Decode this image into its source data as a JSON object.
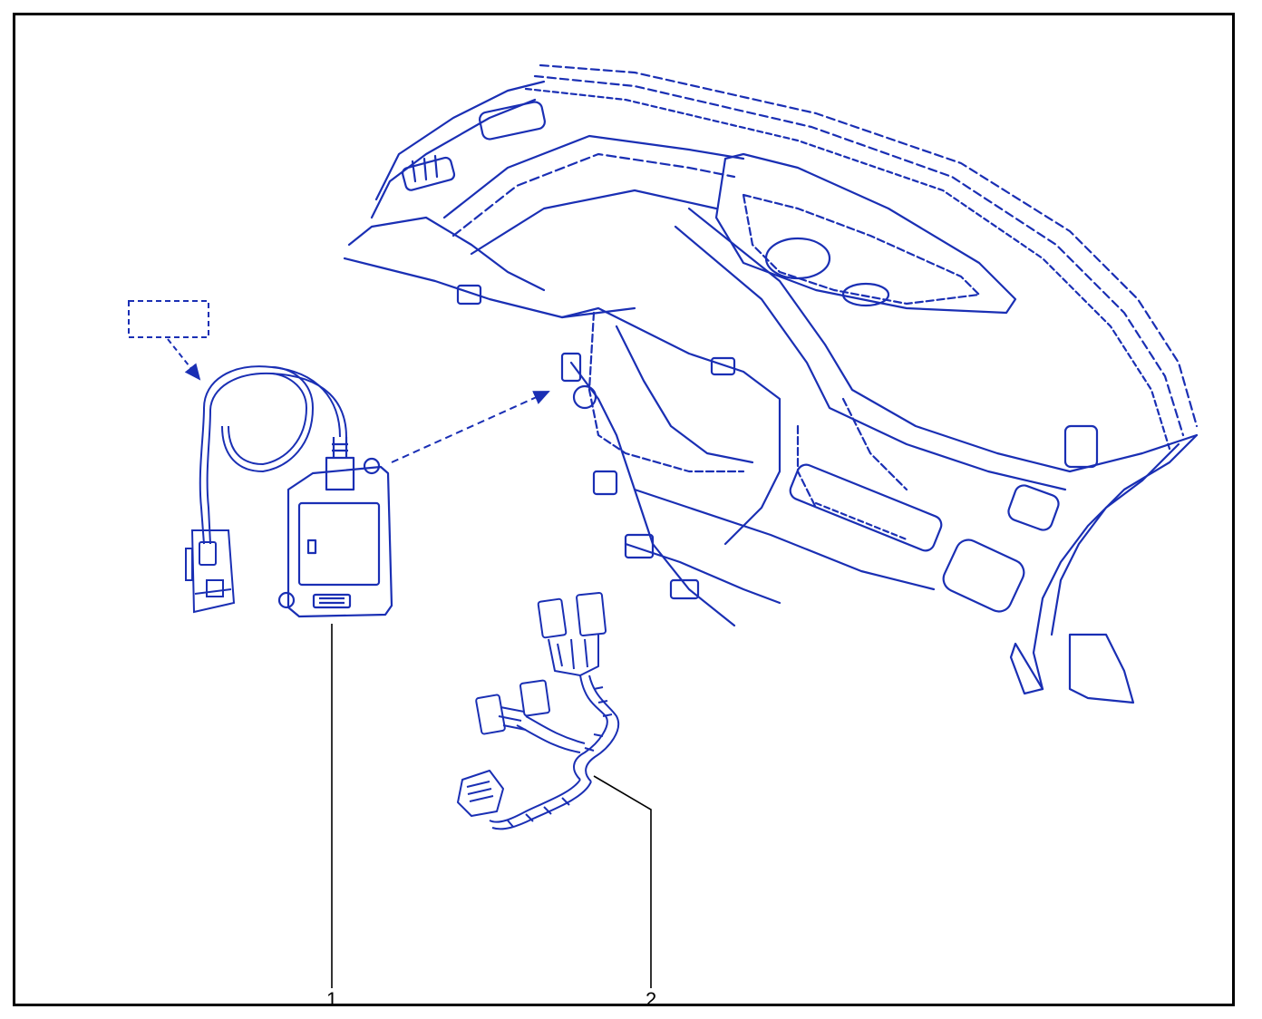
{
  "callouts": [
    {
      "label": "1",
      "part": "control-module-with-cable"
    },
    {
      "label": "2",
      "part": "wiring-harness"
    }
  ],
  "colors": {
    "line_art": "#1a2fb4",
    "leader_lines": "#000000",
    "frame": "#000000",
    "background": "#ffffff"
  },
  "icons": [
    "instrument-panel-assembly",
    "control-module",
    "cable-connector",
    "wiring-harness",
    "location-reference-box"
  ]
}
